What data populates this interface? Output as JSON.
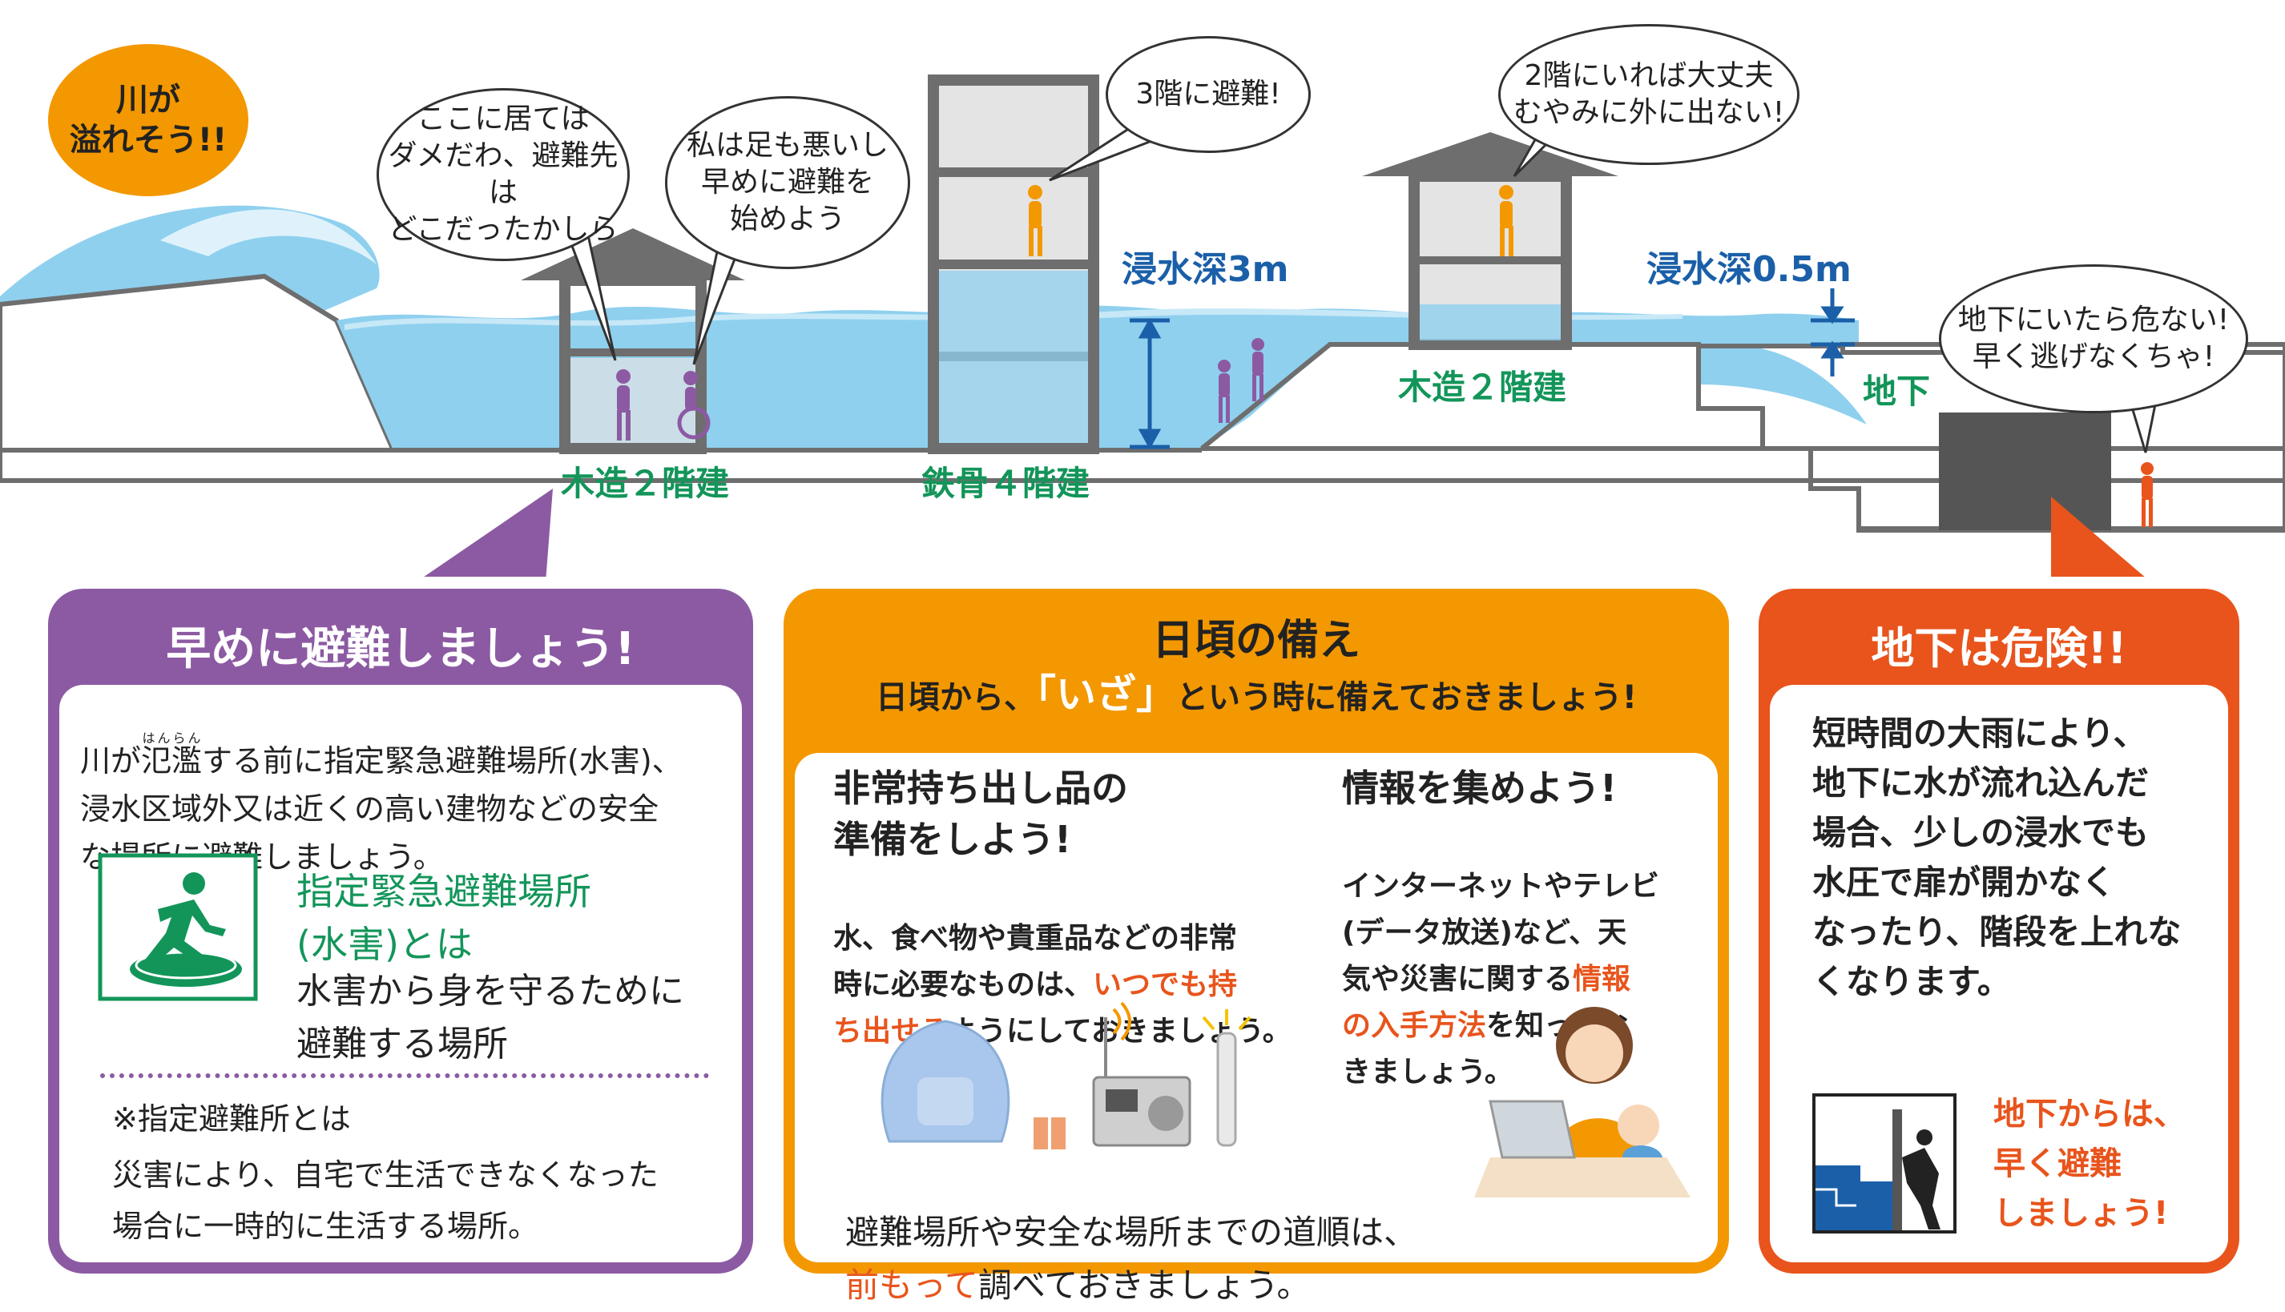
{
  "alert_badge": "川が\n溢れそう!!",
  "scene": {
    "bubbles": {
      "elderly_thought": "ここに居ては\nダメだわ、避難先は\nどこだったかしら",
      "wheelchair_thought": "私は足も悪いし\n早めに避難を\n始めよう",
      "third_floor": "3階に避難!",
      "second_floor": "2階にいれば大丈夫\nむやみに外に出ない!",
      "underground": "地下にいたら危ない!\n早く逃げなくちゃ!"
    },
    "labels": {
      "wood_house_left": "木造２階建",
      "steel_building": "鉄骨４階建",
      "wood_house_right": "木造２階建",
      "depth_3m": "浸水深3m",
      "depth_05m": "浸水深0.5m",
      "underground": "地下"
    }
  },
  "panel_left": {
    "heading": "早めに避難しましょう!",
    "ruby": "はんらん",
    "body_pre": "川が",
    "body_word": "氾濫",
    "body_post": "する前に指定緊急避難場所(水害)、\n浸水区域外又は近くの高い建物などの安全\nな場所に避難しましょう。",
    "def_title": "指定緊急避難場所\n(水害)とは",
    "def_body": "水害から身を守るために\n避難する場所",
    "note_title": "※指定避難所とは",
    "note_body": "災害により、自宅で生活できなくなった\n場合に一時的に生活する場所。"
  },
  "panel_center": {
    "heading": "日頃の備え",
    "sub_pre": "日頃から、",
    "sub_quote": "「いざ」",
    "sub_post": "という時に備えておきましょう!",
    "col1_title": "非常持ち出し品の\n準備をしよう!",
    "col1_text_a": "水、食べ物や貴重品などの非常\n時に必要なものは、",
    "col1_hl_a": "いつでも持",
    "col1_hl_b": "ち出せる",
    "col1_text_b": "ようにしておきましょう。",
    "col2_title": "情報を集めよう!",
    "col2_text_a": "インターネットやテレビ\n(データ放送)など、天\n気や災害に関する",
    "col2_hl_a": "情報",
    "col2_hl_b": "の入手方法",
    "col2_text_b": "を知ってお\nきましょう。",
    "route_a": "避難場所や安全な場所までの道順は、",
    "route_hl": "前もって",
    "route_b": "調べておきましょう。"
  },
  "panel_right": {
    "heading": "地下は危険!!",
    "body": "短時間の大雨により、\n地下に水が流れ込んだ\n場合、少しの浸水でも\n水圧で扉が開かなく\nなったり、階段を上れな\nくなります。",
    "callout": "地下からは、\n早く避難\nしましょう!"
  },
  "colors": {
    "water": "#8fd0ef",
    "ground": "#6e6e6e",
    "orange": "#f39800",
    "purple": "#8c5aa3",
    "red": "#e8541c",
    "green": "#13955a",
    "blue": "#1a5fa8"
  }
}
